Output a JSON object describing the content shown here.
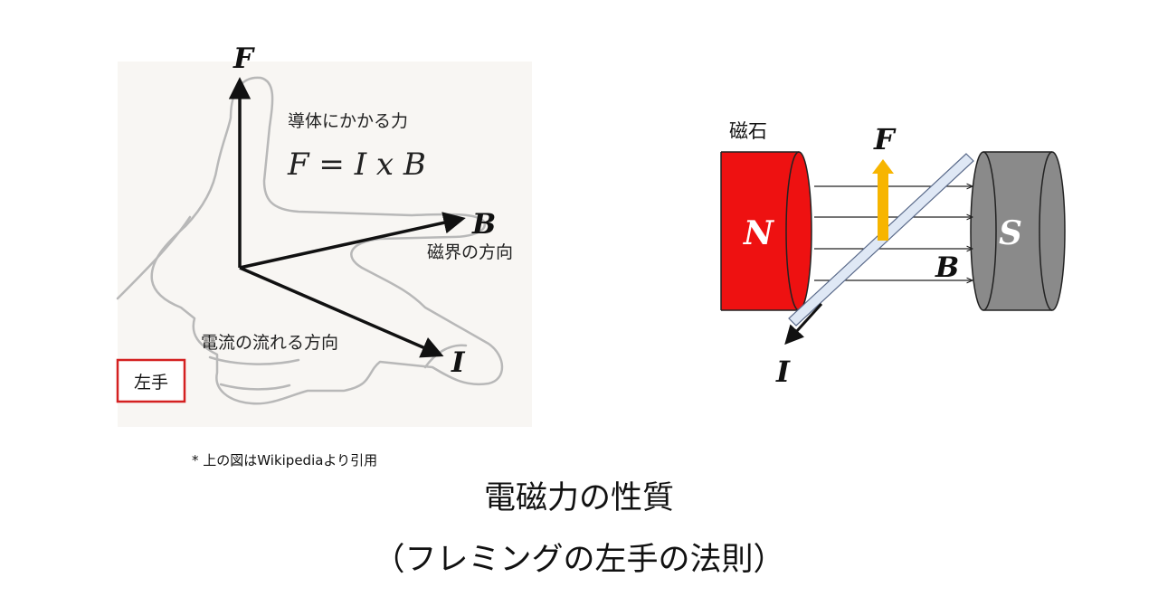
{
  "left_diagram": {
    "labels": {
      "F": "F",
      "B": "B",
      "I": "I",
      "force_desc": "導体にかかる力",
      "formula": "F = I x B",
      "field_desc": "磁界の方向",
      "current_desc": "電流の流れる方向",
      "hand": "左手"
    },
    "colors": {
      "background": "#f8f6f3",
      "hand_outline": "#b8b8b8",
      "box": "#d42020"
    }
  },
  "right_diagram": {
    "labels": {
      "magnet": "磁石",
      "F": "F",
      "N": "N",
      "S": "S",
      "B": "B",
      "I": "I"
    },
    "colors": {
      "north": "#ee1111",
      "south": "#8a8a8a",
      "force_arrow": "#f7b500",
      "conductor": "#dfe8f5"
    }
  },
  "note": "* 上の図はWikipediaより引用",
  "title": "電磁力の性質",
  "subtitle": "（フレミングの左手の法則）"
}
